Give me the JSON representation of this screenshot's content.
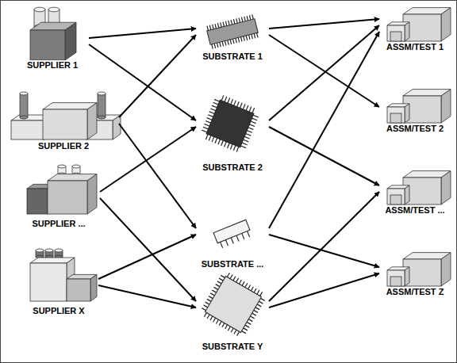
{
  "diagram": {
    "nodes": [
      {
        "text": [
          "SUPPLIER 1"
        ]
      },
      {
        "text": [
          "SUPPLIER 2"
        ]
      },
      {
        "text": [
          "SUPPLIER ..."
        ]
      },
      {
        "text": [
          "SUPPLIER X"
        ]
      },
      {
        "text": [
          "SUBSTRATE 1"
        ]
      },
      {
        "text": [
          "SUBSTRATE 2"
        ]
      },
      {
        "text": [
          "SUBSTRATE ..."
        ]
      },
      {
        "text": [
          "SUBSTRATE Y"
        ]
      },
      {
        "text": [
          "ASSM/TEST 1"
        ]
      },
      {
        "text": [
          "ASSM/TEST 2"
        ]
      },
      {
        "text": [
          "ASSM/TEST ..."
        ]
      },
      {
        "text": [
          "ASSM/TEST Z"
        ]
      }
    ],
    "edges": [
      {
        "from": 0,
        "to": 4,
        "arrow": "to"
      },
      {
        "from": 0,
        "to": 5,
        "arrow": "to"
      },
      {
        "from": 1,
        "to": 4,
        "arrow": "to"
      },
      {
        "from": 1,
        "to": 6,
        "arrow": "to"
      },
      {
        "from": 2,
        "to": 5,
        "arrow": "to"
      },
      {
        "from": 2,
        "to": 7,
        "arrow": "to"
      },
      {
        "from": 3,
        "to": 6,
        "arrow": "to"
      },
      {
        "from": 3,
        "to": 7,
        "arrow": "to"
      },
      {
        "from": 4,
        "to": 8,
        "arrow": "to"
      },
      {
        "from": 4,
        "to": 9,
        "arrow": "to"
      },
      {
        "from": 5,
        "to": 8,
        "arrow": "to"
      },
      {
        "from": 5,
        "to": 10,
        "arrow": "to"
      },
      {
        "from": 6,
        "to": 8,
        "arrow": "to"
      },
      {
        "from": 6,
        "to": 11,
        "arrow": "to"
      },
      {
        "from": 7,
        "to": 10,
        "arrow": "to"
      },
      {
        "from": 7,
        "to": 11,
        "arrow": "to"
      }
    ]
  }
}
